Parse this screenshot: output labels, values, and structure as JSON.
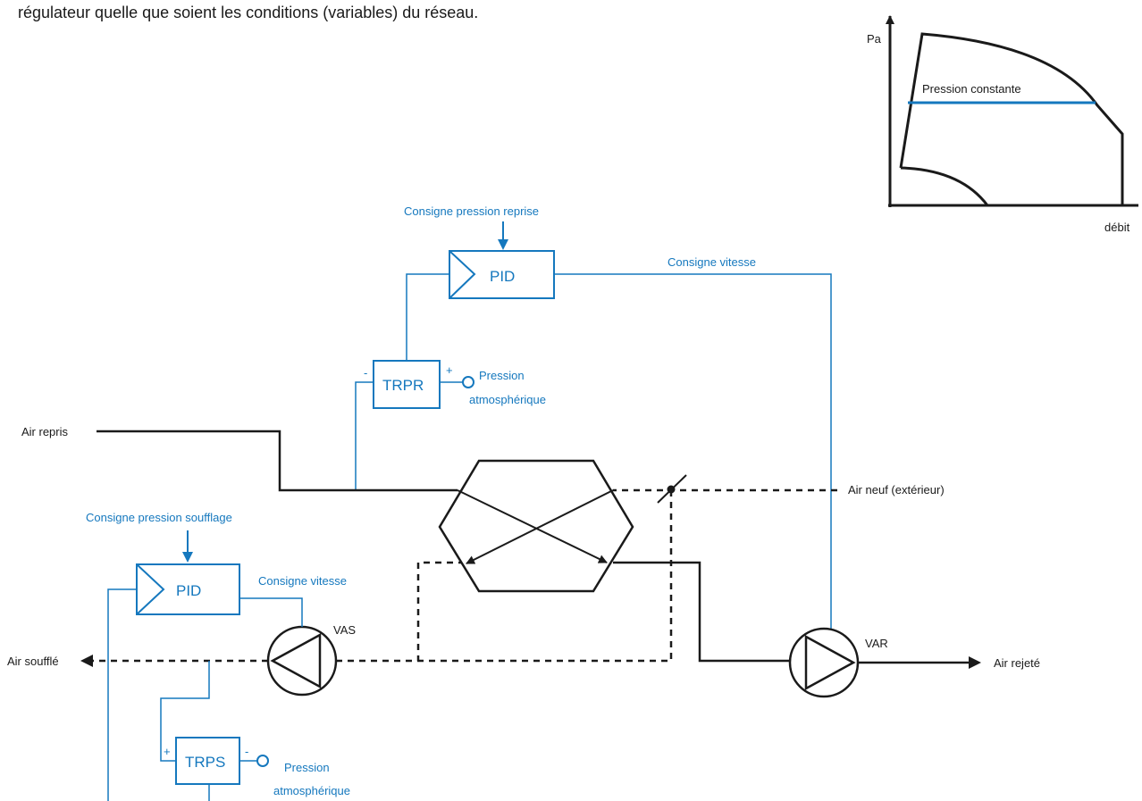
{
  "intro_text": "régulateur quelle que soient les conditions (variables) du réseau.",
  "curve": {
    "ylabel": "Pa",
    "xlabel": "débit",
    "line_label": "Pression constante"
  },
  "top_loop": {
    "setpoint": "Consigne pression reprise",
    "pid": "PID",
    "speed_setpoint": "Consigne vitesse",
    "transmitter": "TRPR",
    "minus": "-",
    "plus": "+",
    "atm_line1": "Pression",
    "atm_line2": "atmosphérique"
  },
  "bottom_loop": {
    "setpoint": "Consigne pression soufflage",
    "pid": "PID",
    "speed_setpoint": "Consigne vitesse",
    "transmitter": "TRPS",
    "plus": "+",
    "minus": "-",
    "atm_line1": "Pression",
    "atm_line2": "atmosphérique"
  },
  "flows": {
    "air_repris": "Air repris",
    "air_neuf": "Air neuf (extérieur)",
    "air_souffle": "Air soufflé",
    "air_rejete": "Air rejeté"
  },
  "fans": {
    "supply": "VAS",
    "exhaust": "VAR"
  },
  "colors": {
    "control": "#1578be",
    "duct": "#1a1a1a"
  }
}
